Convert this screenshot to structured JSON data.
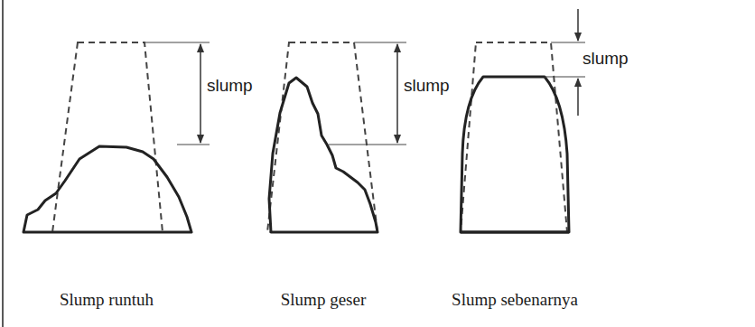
{
  "diagram": {
    "labels": [
      "slump",
      "slump",
      "slump",
      "Slump runtuh",
      "Slump geser",
      "Slump sebenarnya"
    ]
  }
}
